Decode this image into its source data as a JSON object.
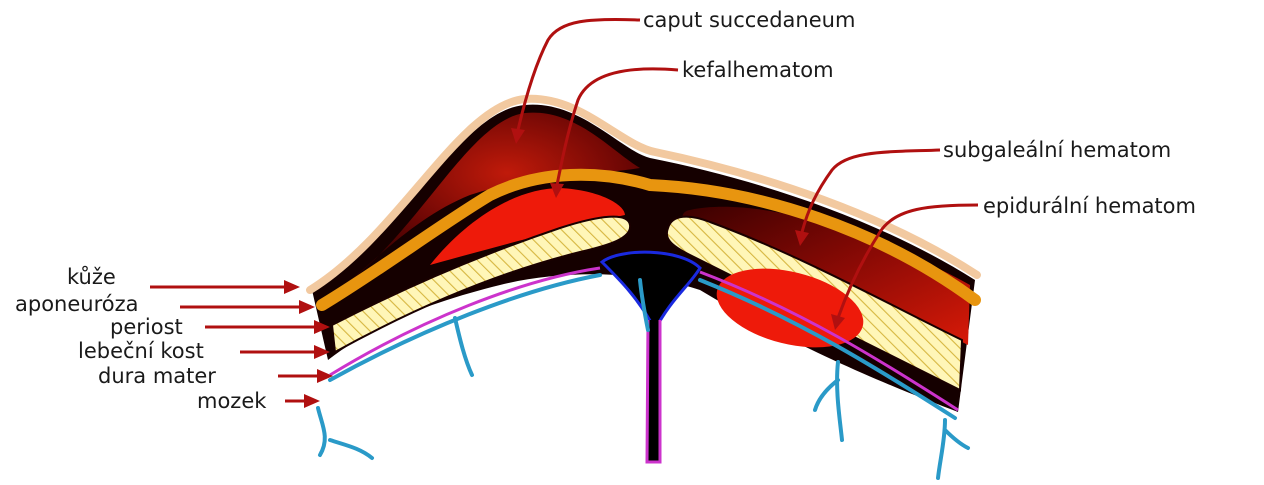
{
  "labels": {
    "caput_succedaneum": "caput succedaneum",
    "kefalhematom": "kefalhematom",
    "subgalealni_hematom": "subgaleální hematom",
    "epiduralni_hematom": "epidurální hematom",
    "kuze": "kůže",
    "aponeuroza": "aponeuróza",
    "periost": "periost",
    "lebecni_kost": "lebeční kost",
    "dura_mater": "dura mater",
    "mozek": "mozek"
  },
  "colors": {
    "skin": "#f2c9a0",
    "dark_tissue": "#1a0000",
    "aponeurosis": "#e8950f",
    "hematoma_red": "#ee1a0a",
    "dark_red": "#8a0a05",
    "bone_yellow": "#fff2a6",
    "dura_purple": "#cc33cc",
    "vessel_blue": "#2a9ac8",
    "sinus_blue": "#1a2ae0",
    "arrow_red": "#b01010"
  }
}
